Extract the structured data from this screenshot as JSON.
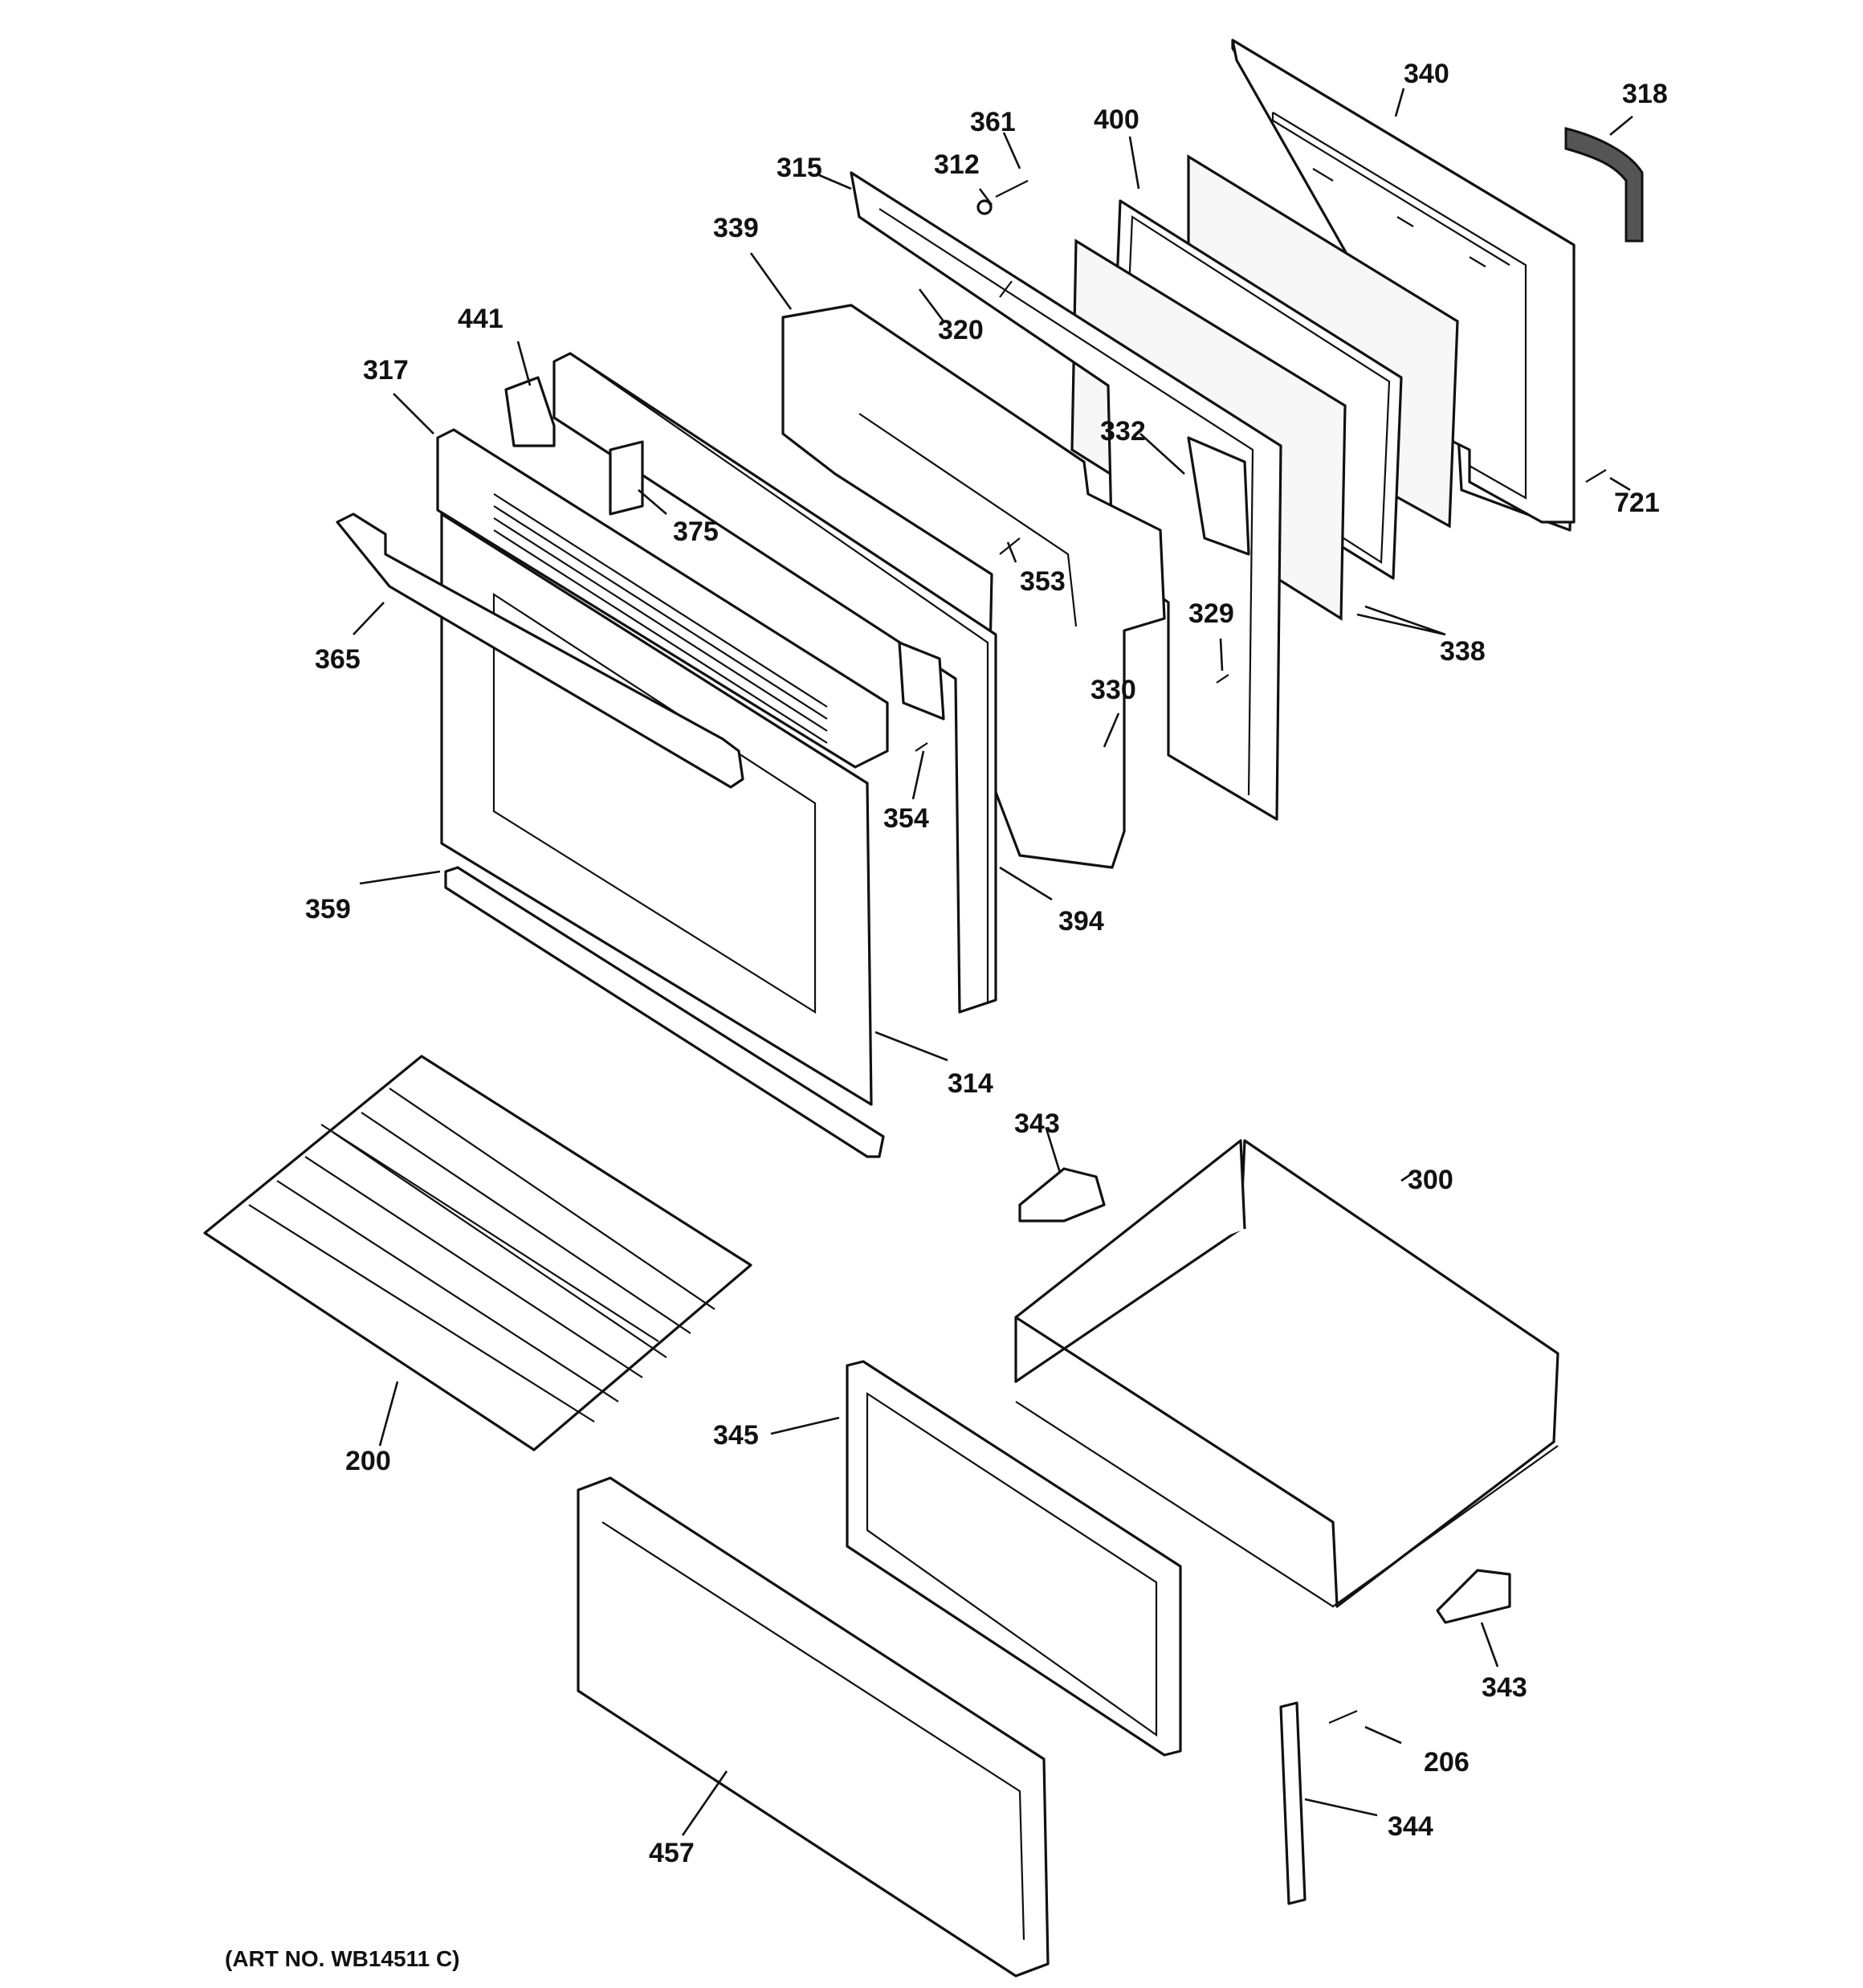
{
  "callouts": {
    "c340": "340",
    "c318": "318",
    "c400": "400",
    "c361": "361",
    "c312": "312",
    "c315": "315",
    "c339": "339",
    "c320": "320",
    "c441": "441",
    "c317": "317",
    "c332": "332",
    "c721": "721",
    "c375": "375",
    "c353": "353",
    "c329": "329",
    "c338": "338",
    "c365": "365",
    "c330": "330",
    "c354": "354",
    "c359": "359",
    "c394": "394",
    "c314": "314",
    "c343a": "343",
    "c300": "300",
    "c345": "345",
    "c200": "200",
    "c343b": "343",
    "c206": "206",
    "c344": "344",
    "c457": "457"
  },
  "art_number": "(ART NO. WB14511 C)"
}
